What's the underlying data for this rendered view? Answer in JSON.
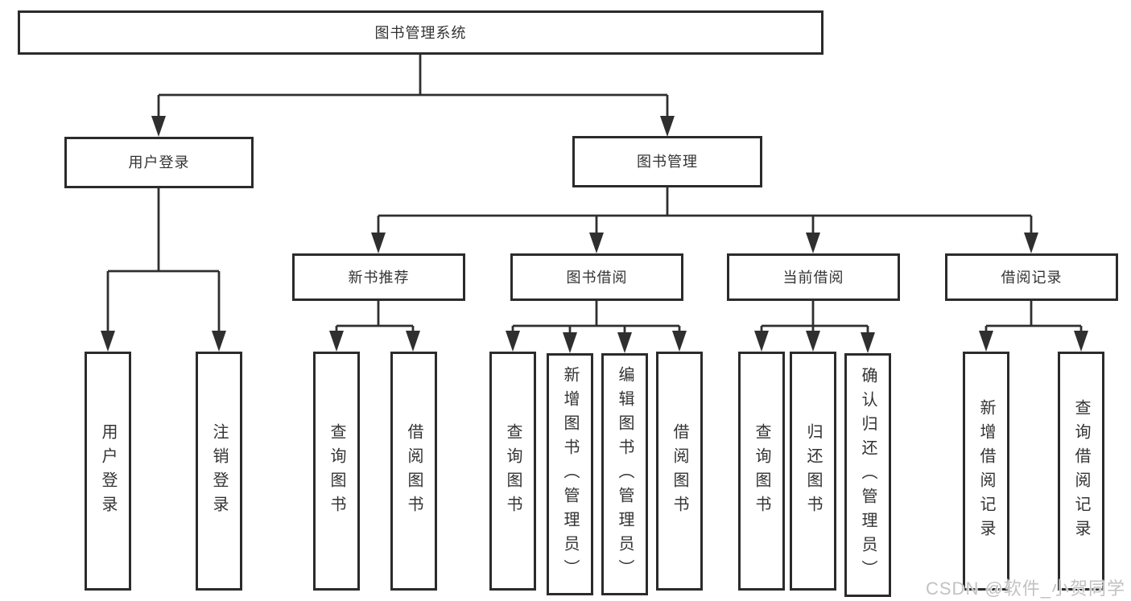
{
  "diagram": {
    "root": {
      "label": "图书管理系统"
    },
    "level2": [
      {
        "id": "user-login",
        "label": "用户登录"
      },
      {
        "id": "book-management",
        "label": "图书管理"
      }
    ],
    "level3": [
      {
        "id": "new-book-recommend",
        "label": "新书推荐",
        "parent": "图书管理"
      },
      {
        "id": "book-borrowing",
        "label": "图书借阅",
        "parent": "图书管理"
      },
      {
        "id": "current-borrowing",
        "label": "当前借阅",
        "parent": "图书管理"
      },
      {
        "id": "borrowing-records",
        "label": "借阅记录",
        "parent": "图书管理"
      }
    ],
    "leaves": [
      {
        "group": "用户登录",
        "label": "用户登录"
      },
      {
        "group": "用户登录",
        "label": "注销登录"
      },
      {
        "group": "新书推荐",
        "label": "查询图书"
      },
      {
        "group": "新书推荐",
        "label": "借阅图书"
      },
      {
        "group": "图书借阅",
        "label": "查询图书"
      },
      {
        "group": "图书借阅",
        "label": "新增图书（管理员）"
      },
      {
        "group": "图书借阅",
        "label": "编辑图书（管理员）"
      },
      {
        "group": "图书借阅",
        "label": "借阅图书"
      },
      {
        "group": "当前借阅",
        "label": "查询图书"
      },
      {
        "group": "当前借阅",
        "label": "归还图书"
      },
      {
        "group": "当前借阅",
        "label": "确认归还（管理员）"
      },
      {
        "group": "借阅记录",
        "label": "新增借阅记录"
      },
      {
        "group": "借阅记录",
        "label": "查询借阅记录"
      }
    ]
  },
  "watermark": {
    "text": "CSDN @软件_小贺同学",
    "color": "#c2c2c2"
  },
  "colors": {
    "line": "#2f2f2f",
    "box_border": "#2b2b2b",
    "text": "#333333",
    "background": "#ffffff"
  }
}
